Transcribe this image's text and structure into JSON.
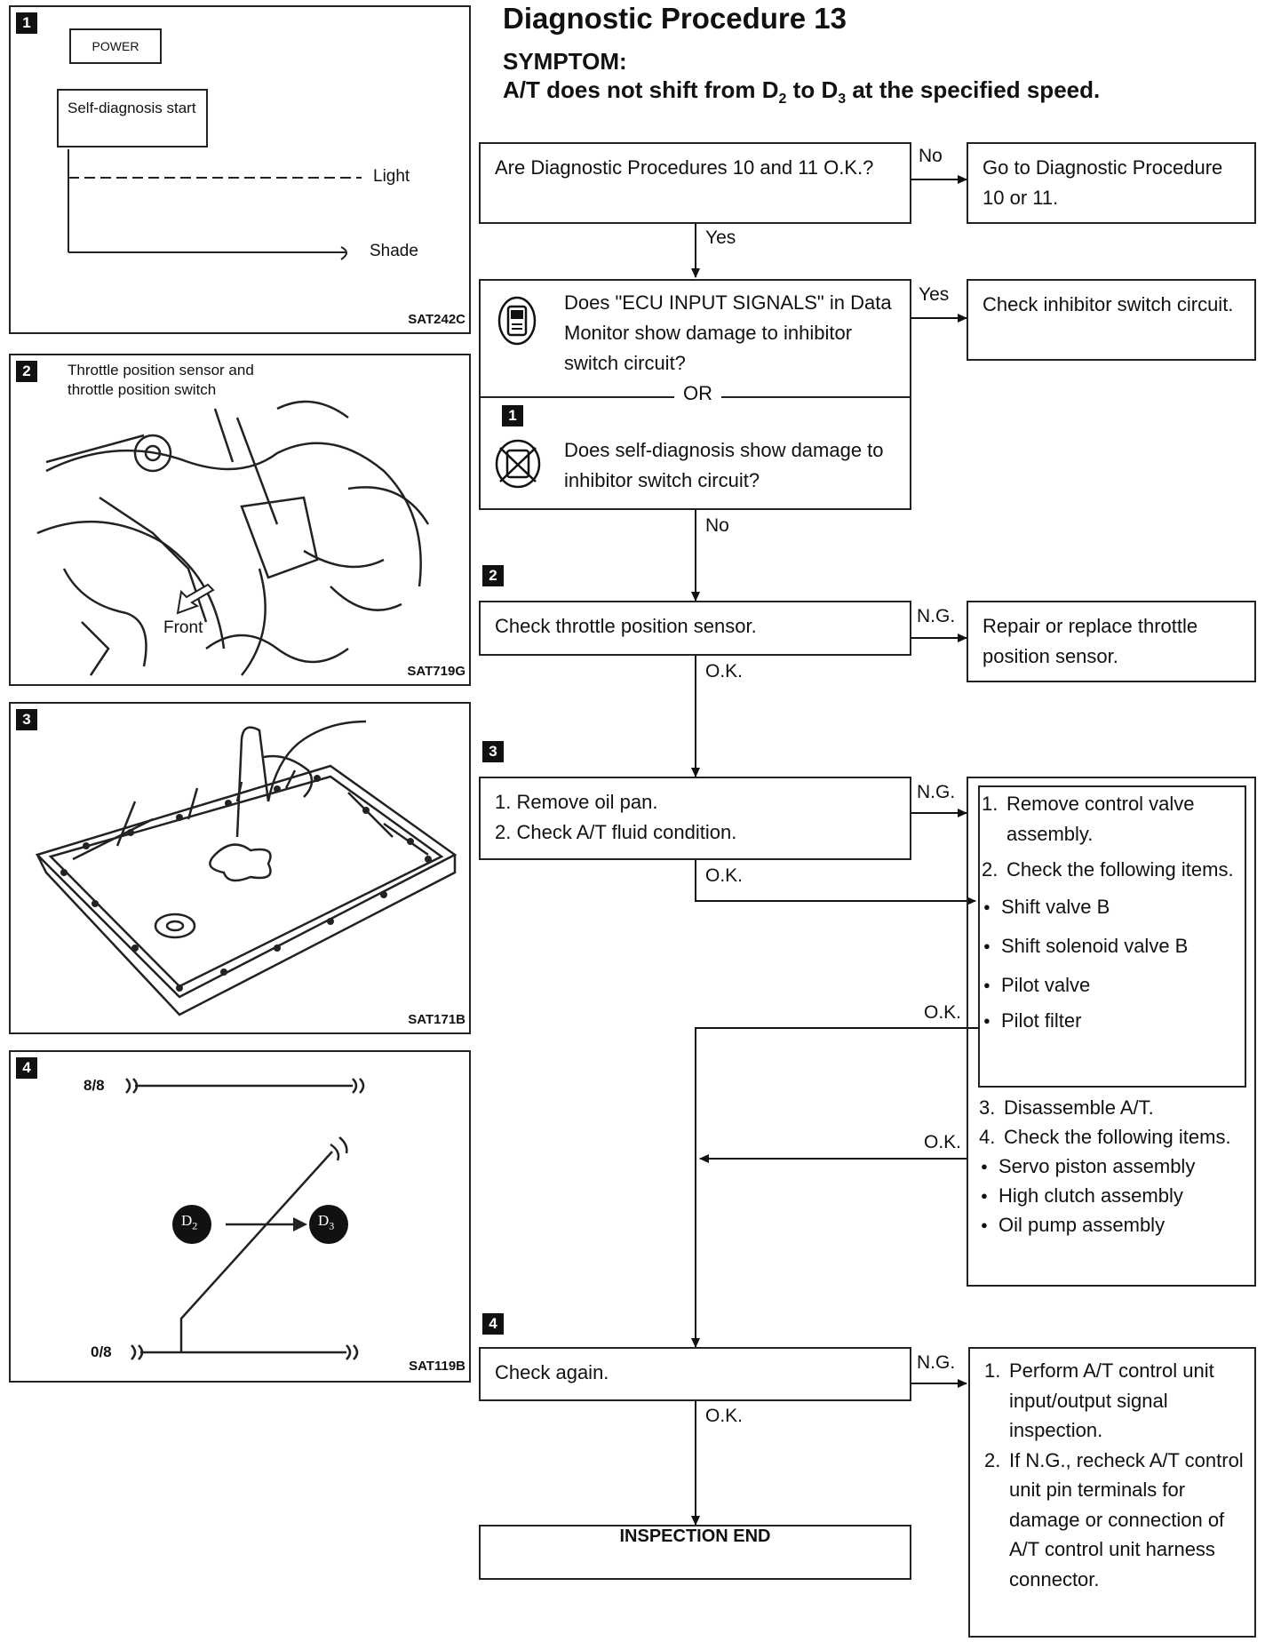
{
  "title": "Diagnostic Procedure 13",
  "symptom_label": "SYMPTOM:",
  "symptom_text_pre": "A/T does not shift from D",
  "symptom_text_mid": " to D",
  "symptom_text_post": " at the specified speed.",
  "symptom_sub1": "2",
  "symptom_sub2": "3",
  "panels": {
    "p1": {
      "num": "1",
      "power": "POWER",
      "selfdiag": "Self-diagnosis start",
      "light": "Light",
      "shade": "Shade",
      "code": "SAT242C"
    },
    "p2": {
      "num": "2",
      "label": "Throttle position sensor and throttle position switch",
      "front": "Front",
      "code": "SAT719G"
    },
    "p3": {
      "num": "3",
      "code": "SAT171B"
    },
    "p4": {
      "num": "4",
      "top": "8/8",
      "bottom": "0/8",
      "d2": "D",
      "d2sub": "2",
      "d3": "D",
      "d3sub": "3",
      "code": "SAT119B"
    }
  },
  "flow": {
    "q1": "Are Diagnostic Procedures 10 and 11 O.K.?",
    "q1_no": "No",
    "q1_no_action": "Go to Diagnostic Procedure 10 or 11.",
    "q1_yes": "Yes",
    "q2": "Does \"ECU INPUT SIGNALS\" in Data Monitor show damage to inhibitor switch circuit?",
    "q2_or": "OR",
    "q2b_num": "1",
    "q2b": "Does self-diagnosis show damage to inhibitor switch circuit?",
    "q2_yes": "Yes",
    "q2_yes_action": "Check inhibitor switch circuit.",
    "q2_no": "No",
    "s2_num": "2",
    "s2": "Check throttle position sensor.",
    "s2_ng": "N.G.",
    "s2_ng_action": "Repair or replace throttle position sensor.",
    "s2_ok": "O.K.",
    "s3_num": "3",
    "s3_items": [
      "1. Remove oil pan.",
      "2. Check A/T fluid condition."
    ],
    "s3_ng": "N.G.",
    "s3_ok": "O.K.",
    "cv_items": [
      {
        "n": "1.",
        "t": "Remove control valve assembly."
      },
      {
        "n": "2.",
        "t": "Check the following items."
      }
    ],
    "cv_bullets": [
      "Shift valve B",
      "Shift solenoid valve B",
      "Pilot valve",
      "Pilot filter"
    ],
    "cv_ok": "O.K.",
    "dis_items": [
      {
        "n": "3.",
        "t": "Disassemble A/T."
      },
      {
        "n": "4.",
        "t": "Check the following items."
      }
    ],
    "dis_bullets": [
      "Servo piston assembly",
      "High clutch assembly",
      "Oil pump assembly"
    ],
    "dis_ok": "O.K.",
    "s4_num": "4",
    "s4": "Check again.",
    "s4_ng": "N.G.",
    "s4_ok": "O.K.",
    "s4_ng_items": [
      {
        "n": "1.",
        "t": "Perform A/T control unit input/output signal inspection."
      },
      {
        "n": "2.",
        "t": "If N.G., recheck A/T control unit pin terminals for damage or connection of A/T control unit harness connector."
      }
    ],
    "end": "INSPECTION END"
  }
}
